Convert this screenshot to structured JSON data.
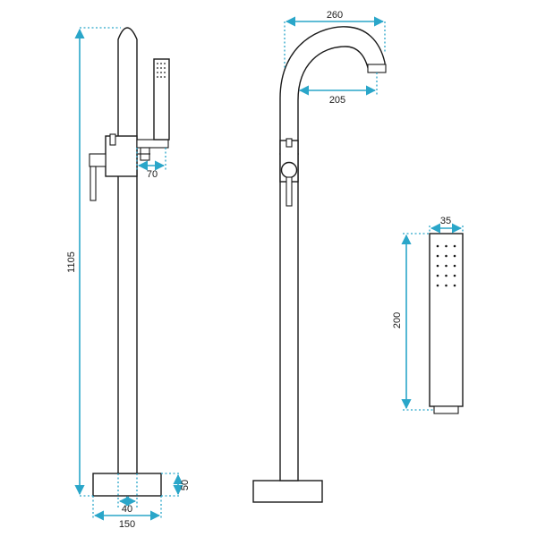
{
  "dimensions": {
    "total_height": "1105",
    "spout_reach_outer": "260",
    "spout_reach_inner": "205",
    "hand_shower_offset": "70",
    "base_height": "50",
    "column_width": "40",
    "base_width": "150",
    "hand_shower_width": "35",
    "hand_shower_length": "200"
  },
  "colors": {
    "dimension_line": "#2aa6c9",
    "outline": "#1a1a1a",
    "background": "#ffffff"
  }
}
